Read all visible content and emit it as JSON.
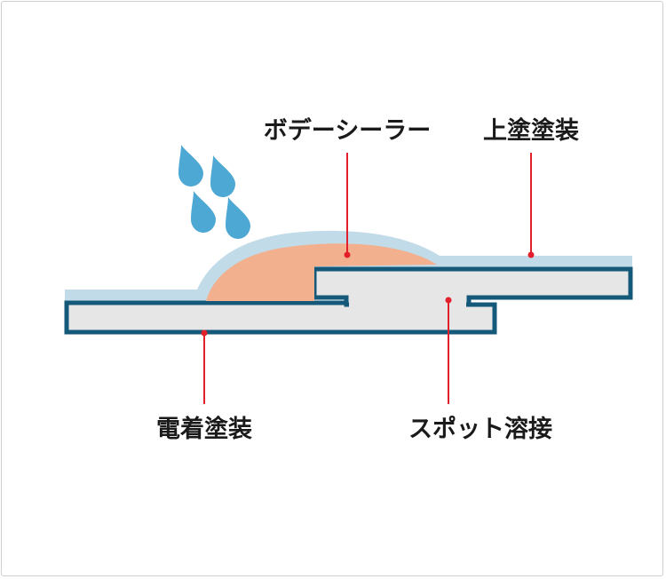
{
  "labels": {
    "body_sealer": "ボデーシーラー",
    "top_coat": "上塗塗装",
    "electrodeposition": "電着塗装",
    "spot_weld": "スポット溶接"
  },
  "colors": {
    "panel_outline": "#14587a",
    "panel_fill": "#e6e6e6",
    "paint_layer": "#c2dbe8",
    "sealer": "#f2b08e",
    "water_drop": "#4ea8d4",
    "leader_line": "#e2202c",
    "text": "#1a1a1a"
  },
  "icons": [
    "water-drop-icon",
    "water-drop-icon",
    "water-drop-icon",
    "water-drop-icon"
  ]
}
